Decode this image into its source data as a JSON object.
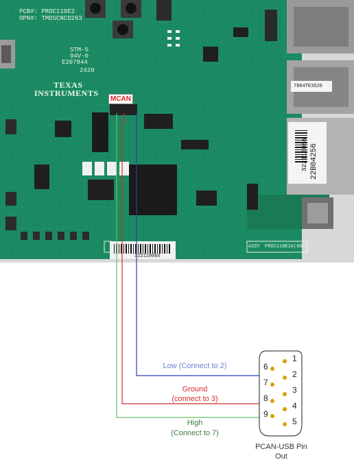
{
  "board": {
    "pcb_line1": "PCB#: PROC110E2",
    "pcb_line2": "OPN#: TMDSCNCD263",
    "brand_line1": "TEXAS",
    "brand_line2": "INSTRUMENTS",
    "cert_line1": "STM-5",
    "cert_line2": "94V-0",
    "cert_line3": "E207844",
    "date_code": "2420",
    "mcan_label": "MCAN",
    "assy_label": "ASSY",
    "assy_code": "PROC110E2A(001)",
    "sticker_serial": "322110066",
    "side_label_1": "322110066",
    "side_label_2": "22B04256",
    "eth_label": "7064TE3S26"
  },
  "wires": [
    {
      "id": "low",
      "label_line1": "Low (Connect to 2)",
      "label_line2": "",
      "color": "#2a3cc8",
      "label_color": "#6b7fd8"
    },
    {
      "id": "ground",
      "label_line1": "Ground",
      "label_line2": "(connect to 3)",
      "color": "#d42a2a",
      "label_color": "#d42a2a"
    },
    {
      "id": "high",
      "label_line1": "High",
      "label_line2": "(Connect to 7)",
      "color": "#6cbf6c",
      "label_color": "#3d7a3d"
    }
  ],
  "connector": {
    "pins_top_row": [
      "1",
      "2",
      "3",
      "4",
      "5"
    ],
    "pins_bottom_row": [
      "6",
      "7",
      "8",
      "9"
    ],
    "caption_line1": "PCAN-USB Pin",
    "caption_line2": "Out",
    "pin_color": "#d6a300",
    "outline_color": "#444444"
  }
}
